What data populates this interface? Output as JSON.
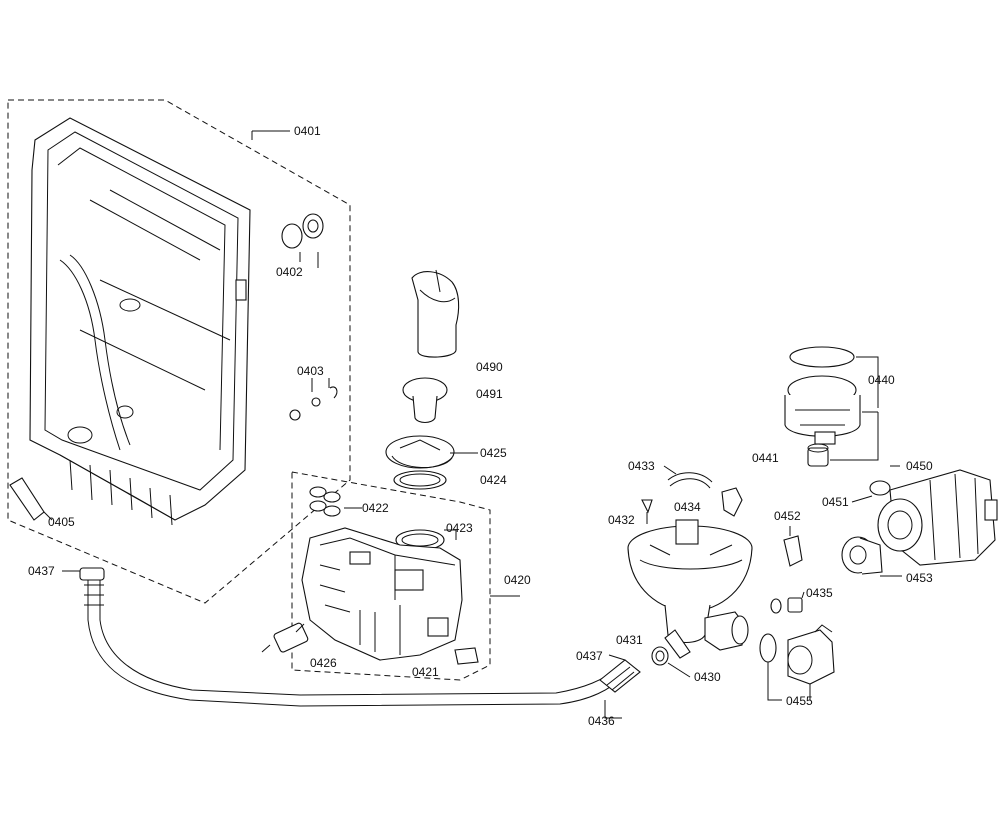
{
  "colors": {
    "line": "#111111",
    "background": "#ffffff"
  },
  "labels": {
    "p0401": "0401",
    "p0402": "0402",
    "p0403": "0403",
    "p0405": "0405",
    "p0490": "0490",
    "p0491": "0491",
    "p0425": "0425",
    "p0424": "0424",
    "p0422": "0422",
    "p0423": "0423",
    "p0420": "0420",
    "p0426": "0426",
    "p0421": "0421",
    "p0437a": "0437",
    "p0437b": "0437",
    "p0436": "0436",
    "p0433": "0433",
    "p0432": "0432",
    "p0434": "0434",
    "p0431": "0431",
    "p0430": "0430",
    "p0440": "0440",
    "p0441": "0441",
    "p0450": "0450",
    "p0451": "0451",
    "p0452": "0452",
    "p0453": "0453",
    "p0435": "0435",
    "p0455": "0455"
  }
}
